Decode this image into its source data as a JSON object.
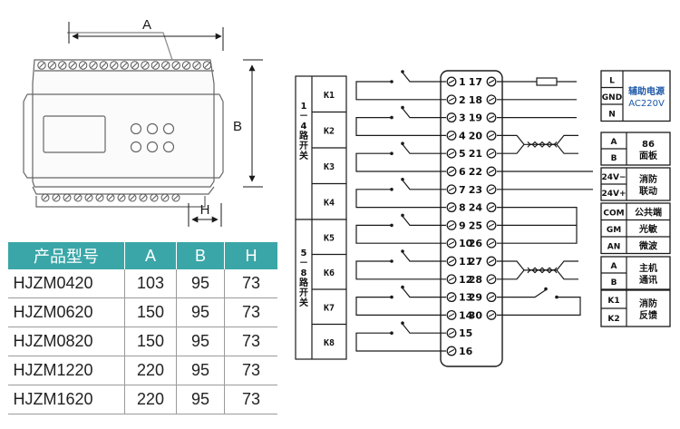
{
  "dimensions": {
    "width_label": "A",
    "height_label": "B",
    "depth_label": "H"
  },
  "model_table": {
    "headers": [
      "产品型号",
      "A",
      "B",
      "H"
    ],
    "rows": [
      [
        "HJZM0420",
        "103",
        "95",
        "73"
      ],
      [
        "HJZM0620",
        "150",
        "95",
        "73"
      ],
      [
        "HJZM0820",
        "150",
        "95",
        "73"
      ],
      [
        "HJZM1220",
        "220",
        "95",
        "73"
      ],
      [
        "HJZM1620",
        "220",
        "95",
        "73"
      ]
    ]
  },
  "groups": [
    {
      "label": "1－4路开关"
    },
    {
      "label": "5－8路开关"
    }
  ],
  "relays": [
    "K1",
    "K2",
    "K3",
    "K4",
    "K5",
    "K6",
    "K7",
    "K8"
  ],
  "terminals_left": [
    "1",
    "2",
    "3",
    "4",
    "5",
    "6",
    "7",
    "8",
    "9",
    "10",
    "11",
    "12",
    "13",
    "14",
    "15",
    "16"
  ],
  "terminals_right": [
    "17",
    "18",
    "19",
    "20",
    "21",
    "22",
    "23",
    "24",
    "25",
    "26",
    "27",
    "28",
    "29",
    "30"
  ],
  "right_blocks": [
    {
      "name": "aux-power",
      "rows": [
        "L",
        "GND",
        "N"
      ],
      "title": "辅助电源",
      "subtitle": "AC220V"
    },
    {
      "name": "panel-86",
      "rows": [
        "A",
        "B"
      ],
      "title": "86",
      "subtitle": "面板"
    },
    {
      "name": "fire-link",
      "rows": [
        "24V−",
        "24V+"
      ],
      "title": "消防",
      "subtitle": "联动"
    },
    {
      "name": "sensor",
      "rows": [
        "COM",
        "GM",
        "AN"
      ],
      "labels": [
        "公共端",
        "光敏",
        "微波"
      ]
    },
    {
      "name": "host-comm",
      "rows": [
        "A",
        "B"
      ],
      "title": "主机",
      "subtitle": "通讯"
    },
    {
      "name": "fire-feedback",
      "rows": [
        "K1",
        "K2"
      ],
      "title": "消防",
      "subtitle": "反馈"
    }
  ],
  "colors": {
    "header_teal": "#3aa6a8",
    "line": "#1a1a1a",
    "label_blue": "#1b57a8"
  }
}
